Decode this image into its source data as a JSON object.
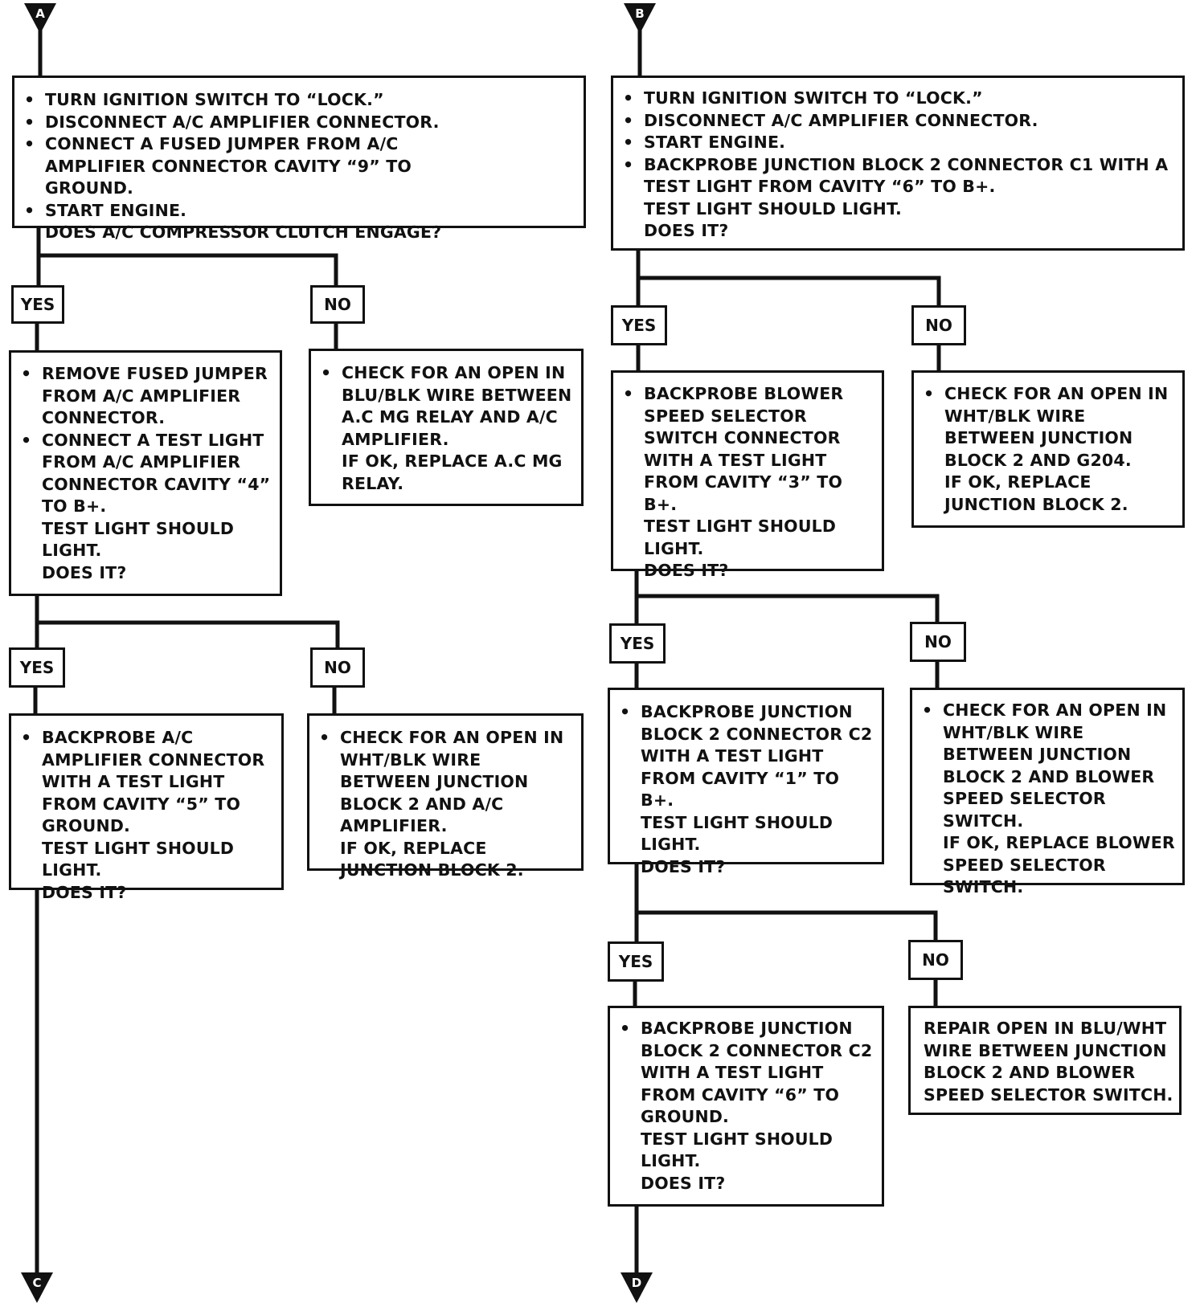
{
  "connectors": {
    "a": "A",
    "b": "B",
    "c": "C",
    "d": "D"
  },
  "labels": {
    "yes": "YES",
    "no": "NO"
  },
  "left": {
    "box1": {
      "bullets": [
        "TURN IGNITION SWITCH TO “LOCK.”",
        "DISCONNECT A/C AMPLIFIER CONNECTOR.",
        "CONNECT A FUSED JUMPER FROM A/C AMPLIFIER CONNECTOR CAVITY “9” TO GROUND.",
        "START ENGINE."
      ],
      "question": "DOES A/C COMPRESSOR CLUTCH ENGAGE?"
    },
    "yes1": {
      "bullets": [
        "REMOVE FUSED JUMPER FROM A/C AMPLIFIER CONNECTOR.",
        "CONNECT A TEST LIGHT FROM A/C AMPLIFIER CONNECTOR CAVITY “4” TO B+."
      ],
      "lines": [
        "TEST LIGHT SHOULD LIGHT.",
        "DOES IT?"
      ]
    },
    "no1": {
      "bullets": [
        "CHECK FOR AN OPEN IN BLU/BLK WIRE BETWEEN A.C MG RELAY AND A/C AMPLIFIER."
      ],
      "lines": [
        "IF OK, REPLACE A.C MG RELAY."
      ]
    },
    "yes2": {
      "bullets": [
        "BACKPROBE A/C AMPLIFIER CONNECTOR WITH A TEST LIGHT FROM CAVITY “5” TO GROUND."
      ],
      "lines": [
        "TEST LIGHT SHOULD LIGHT.",
        "DOES IT?"
      ]
    },
    "no2": {
      "bullets": [
        "CHECK FOR AN OPEN IN WHT/BLK WIRE BETWEEN JUNCTION BLOCK 2 AND A/C AMPLIFIER."
      ],
      "lines": [
        "IF OK, REPLACE JUNCTION BLOCK 2."
      ]
    }
  },
  "right": {
    "box1": {
      "bullets": [
        "TURN IGNITION SWITCH TO “LOCK.”",
        "DISCONNECT A/C AMPLIFIER CONNECTOR.",
        "START ENGINE.",
        "BACKPROBE JUNCTION BLOCK 2 CONNECTOR C1 WITH A TEST LIGHT FROM CAVITY “6” TO B+."
      ],
      "lines": [
        "TEST LIGHT SHOULD LIGHT.",
        "DOES IT?"
      ]
    },
    "yes1": {
      "bullets": [
        "BACKPROBE BLOWER SPEED SELECTOR SWITCH CONNECTOR WITH A TEST LIGHT FROM CAVITY “3” TO B+."
      ],
      "lines": [
        "TEST LIGHT SHOULD LIGHT.",
        "DOES IT?"
      ]
    },
    "no1": {
      "bullets": [
        "CHECK FOR AN OPEN IN WHT/BLK WIRE BETWEEN JUNCTION BLOCK 2 AND G204."
      ],
      "lines": [
        "IF OK, REPLACE JUNCTION BLOCK 2."
      ]
    },
    "yes2": {
      "bullets": [
        "BACKPROBE JUNCTION BLOCK 2 CONNECTOR C2 WITH A TEST LIGHT FROM CAVITY “1” TO B+."
      ],
      "lines": [
        "TEST LIGHT SHOULD LIGHT.",
        "DOES IT?"
      ]
    },
    "no2": {
      "bullets": [
        "CHECK FOR AN OPEN IN WHT/BLK WIRE BETWEEN JUNCTION BLOCK 2 AND BLOWER SPEED SELECTOR SWITCH."
      ],
      "lines": [
        "IF OK, REPLACE BLOWER SPEED SELECTOR SWITCH."
      ]
    },
    "yes3": {
      "bullets": [
        "BACKPROBE JUNCTION BLOCK 2 CONNECTOR C2 WITH A TEST LIGHT FROM CAVITY “6” TO GROUND."
      ],
      "lines": [
        "TEST LIGHT SHOULD LIGHT.",
        "DOES IT?"
      ]
    },
    "no3": {
      "text": "REPAIR OPEN IN BLU/WHT WIRE BETWEEN JUNCTION BLOCK 2 AND BLOWER SPEED SELECTOR SWITCH."
    }
  }
}
